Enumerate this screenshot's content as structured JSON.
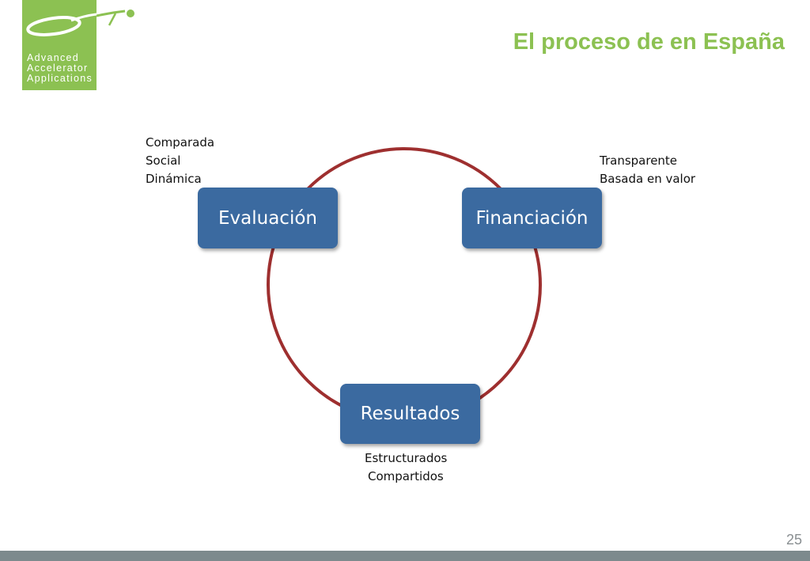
{
  "logo": {
    "lines": [
      "Advanced",
      "Accelerator",
      "Applications"
    ]
  },
  "slide": {
    "title": "El proceso de en España",
    "page_number": "25"
  },
  "cycle": {
    "nodes": [
      {
        "label": "Evaluación",
        "notes": [
          "Comparada",
          "Social",
          "Dinámica"
        ]
      },
      {
        "label": "Financiación",
        "notes": [
          "Transparente",
          "Basada en valor"
        ]
      },
      {
        "label": "Resultados",
        "notes": [
          "Estructurados",
          "Compartidos"
        ]
      }
    ]
  },
  "colors": {
    "brand_green": "#8cc152",
    "node_blue": "#3b6aa0",
    "ring_red": "#9e2f2f",
    "footer_gray": "#7d8a8d"
  }
}
